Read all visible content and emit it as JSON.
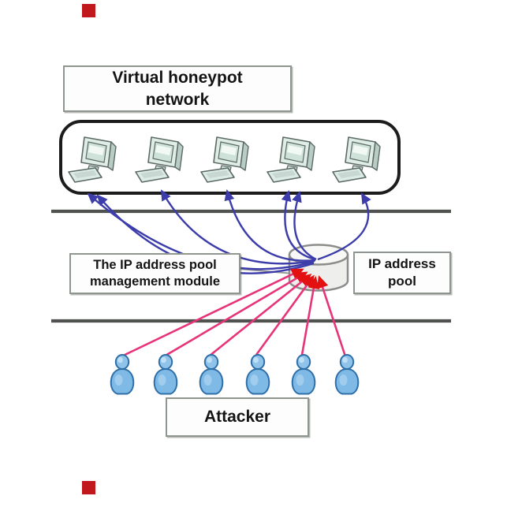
{
  "figure": {
    "title_box": {
      "line1": "Virtual honeypot",
      "line2": "network"
    },
    "management_box": {
      "line1": "The IP address pool",
      "line2": "management module"
    },
    "ip_pool_box": {
      "line1": "IP address",
      "line2": "pool"
    },
    "attacker_box": {
      "line1": "Attacker"
    },
    "counts": {
      "honeypot_computers": 5,
      "attackers": 6,
      "ip_assignment_arrows": 7,
      "attack_arrows": 6
    },
    "colors": {
      "assignment_arrow_blue": "#3c3cab",
      "attack_line_pink": "#e73378",
      "attack_arrowhead_red": "#e31111",
      "divider_line_gray": "#4f524f",
      "frame_border_black": "#1c1c1c",
      "corner_marker_red": "#c0181c",
      "computer_fill": "#dcebe5",
      "attacker_fill": "#7fb9e6",
      "cylinder_fill": "#f0f0ee"
    }
  }
}
